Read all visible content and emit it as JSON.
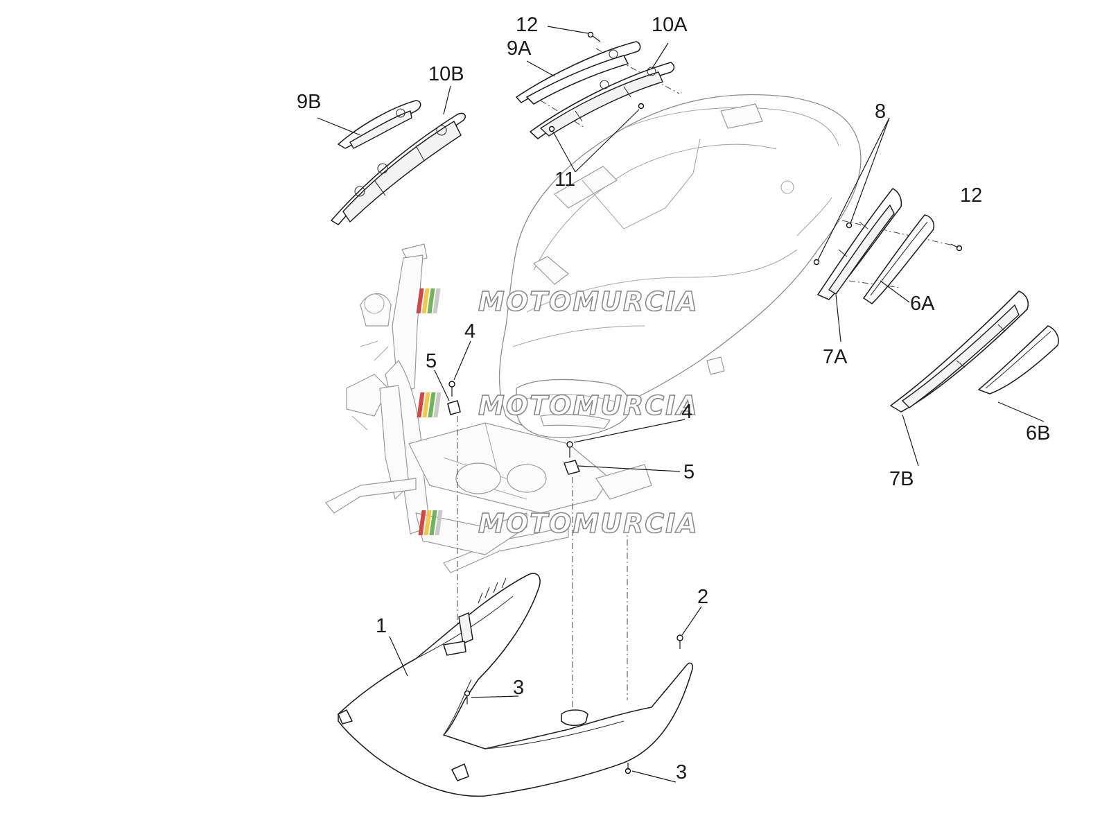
{
  "diagram": {
    "part_labels": [
      {
        "id": "lbl-12-top",
        "text": "12"
      },
      {
        "id": "lbl-10a",
        "text": "10A"
      },
      {
        "id": "lbl-9a",
        "text": "9A"
      },
      {
        "id": "lbl-10b",
        "text": "10B"
      },
      {
        "id": "lbl-9b",
        "text": "9B"
      },
      {
        "id": "lbl-8",
        "text": "8"
      },
      {
        "id": "lbl-11",
        "text": "11"
      },
      {
        "id": "lbl-12-right",
        "text": "12"
      },
      {
        "id": "lbl-6a",
        "text": "6A"
      },
      {
        "id": "lbl-7a",
        "text": "7A"
      },
      {
        "id": "lbl-4-left",
        "text": "4"
      },
      {
        "id": "lbl-5-left",
        "text": "5"
      },
      {
        "id": "lbl-4-right",
        "text": "4"
      },
      {
        "id": "lbl-5-right",
        "text": "5"
      },
      {
        "id": "lbl-6b",
        "text": "6B"
      },
      {
        "id": "lbl-7b",
        "text": "7B"
      },
      {
        "id": "lbl-2",
        "text": "2"
      },
      {
        "id": "lbl-1",
        "text": "1"
      },
      {
        "id": "lbl-3-mid",
        "text": "3"
      },
      {
        "id": "lbl-3-bottom",
        "text": "3"
      }
    ],
    "watermark": {
      "text": "MOTOMURCIA",
      "stripe_colors": [
        "#d64541",
        "#f0c94a",
        "#6fb35a",
        "#c9c9c9"
      ]
    }
  }
}
